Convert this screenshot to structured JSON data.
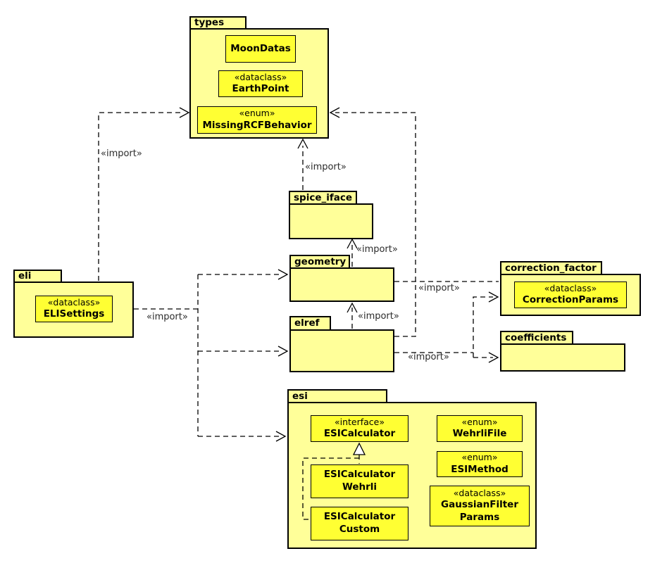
{
  "diagram": {
    "kind": "uml-package-import-diagram",
    "colors": {
      "background": "#FFFFFF",
      "package_fill": "#FFFF99",
      "class_fill": "#FFFF33",
      "border": "#000000",
      "label_text": "#2B2B2B"
    },
    "import_label": "«import»",
    "packages": {
      "types": {
        "name": "types"
      },
      "eli": {
        "name": "eli"
      },
      "spice_iface": {
        "name": "spice_iface"
      },
      "geometry": {
        "name": "geometry"
      },
      "elref": {
        "name": "elref"
      },
      "correction_factor": {
        "name": "correction_factor"
      },
      "coefficients": {
        "name": "coefficients"
      },
      "esi": {
        "name": "esi"
      }
    },
    "classes": {
      "moon_datas": {
        "name": "MoonDatas"
      },
      "earth_point": {
        "stereotype": "«dataclass»",
        "name": "EarthPoint"
      },
      "missing_rcf_behavior": {
        "stereotype": "«enum»",
        "name": "MissingRCFBehavior"
      },
      "eli_settings": {
        "stereotype": "«dataclass»",
        "name": "ELISettings"
      },
      "correction_params": {
        "stereotype": "«dataclass»",
        "name": "CorrectionParams"
      },
      "esi_calculator": {
        "stereotype": "«interface»",
        "name": "ESICalculator"
      },
      "esi_calculator_wehrli": {
        "name_line1": "ESICalculator",
        "name_line2": "Wehrli"
      },
      "esi_calculator_custom": {
        "name_line1": "ESICalculator",
        "name_line2": "Custom"
      },
      "wehrli_file": {
        "stereotype": "«enum»",
        "name": "WehrliFile"
      },
      "esi_method": {
        "stereotype": "«enum»",
        "name": "ESIMethod"
      },
      "gaussian_filter_params": {
        "stereotype": "«dataclass»",
        "name_line1": "GaussianFilter",
        "name_line2": "Params"
      }
    },
    "relationships": [
      {
        "from": "eli",
        "to": "types",
        "type": "import",
        "label": "«import»"
      },
      {
        "from": "spice_iface",
        "to": "types",
        "type": "import",
        "label": "«import»"
      },
      {
        "from": "geometry",
        "to": "spice_iface",
        "type": "import",
        "label": "«import»"
      },
      {
        "from": "elref",
        "to": "geometry",
        "type": "import",
        "label": "«import»"
      },
      {
        "from": "elref",
        "to": "types",
        "type": "import",
        "label": ""
      },
      {
        "from": "eli",
        "to": "geometry",
        "type": "import",
        "label": "«import»"
      },
      {
        "from": "eli",
        "to": "elref",
        "type": "import",
        "label": ""
      },
      {
        "from": "eli",
        "to": "esi",
        "type": "import",
        "label": ""
      },
      {
        "from": "geometry",
        "to": "correction_factor",
        "type": "import",
        "label": "«import»"
      },
      {
        "from": "elref",
        "to": "correction_factor",
        "type": "import",
        "label": ""
      },
      {
        "from": "elref",
        "to": "coefficients",
        "type": "import",
        "label": "«import»"
      },
      {
        "from": "ESICalculatorWehrli",
        "to": "ESICalculator",
        "type": "realization",
        "label": ""
      },
      {
        "from": "ESICalculatorCustom",
        "to": "ESICalculator",
        "type": "realization",
        "label": ""
      }
    ]
  }
}
